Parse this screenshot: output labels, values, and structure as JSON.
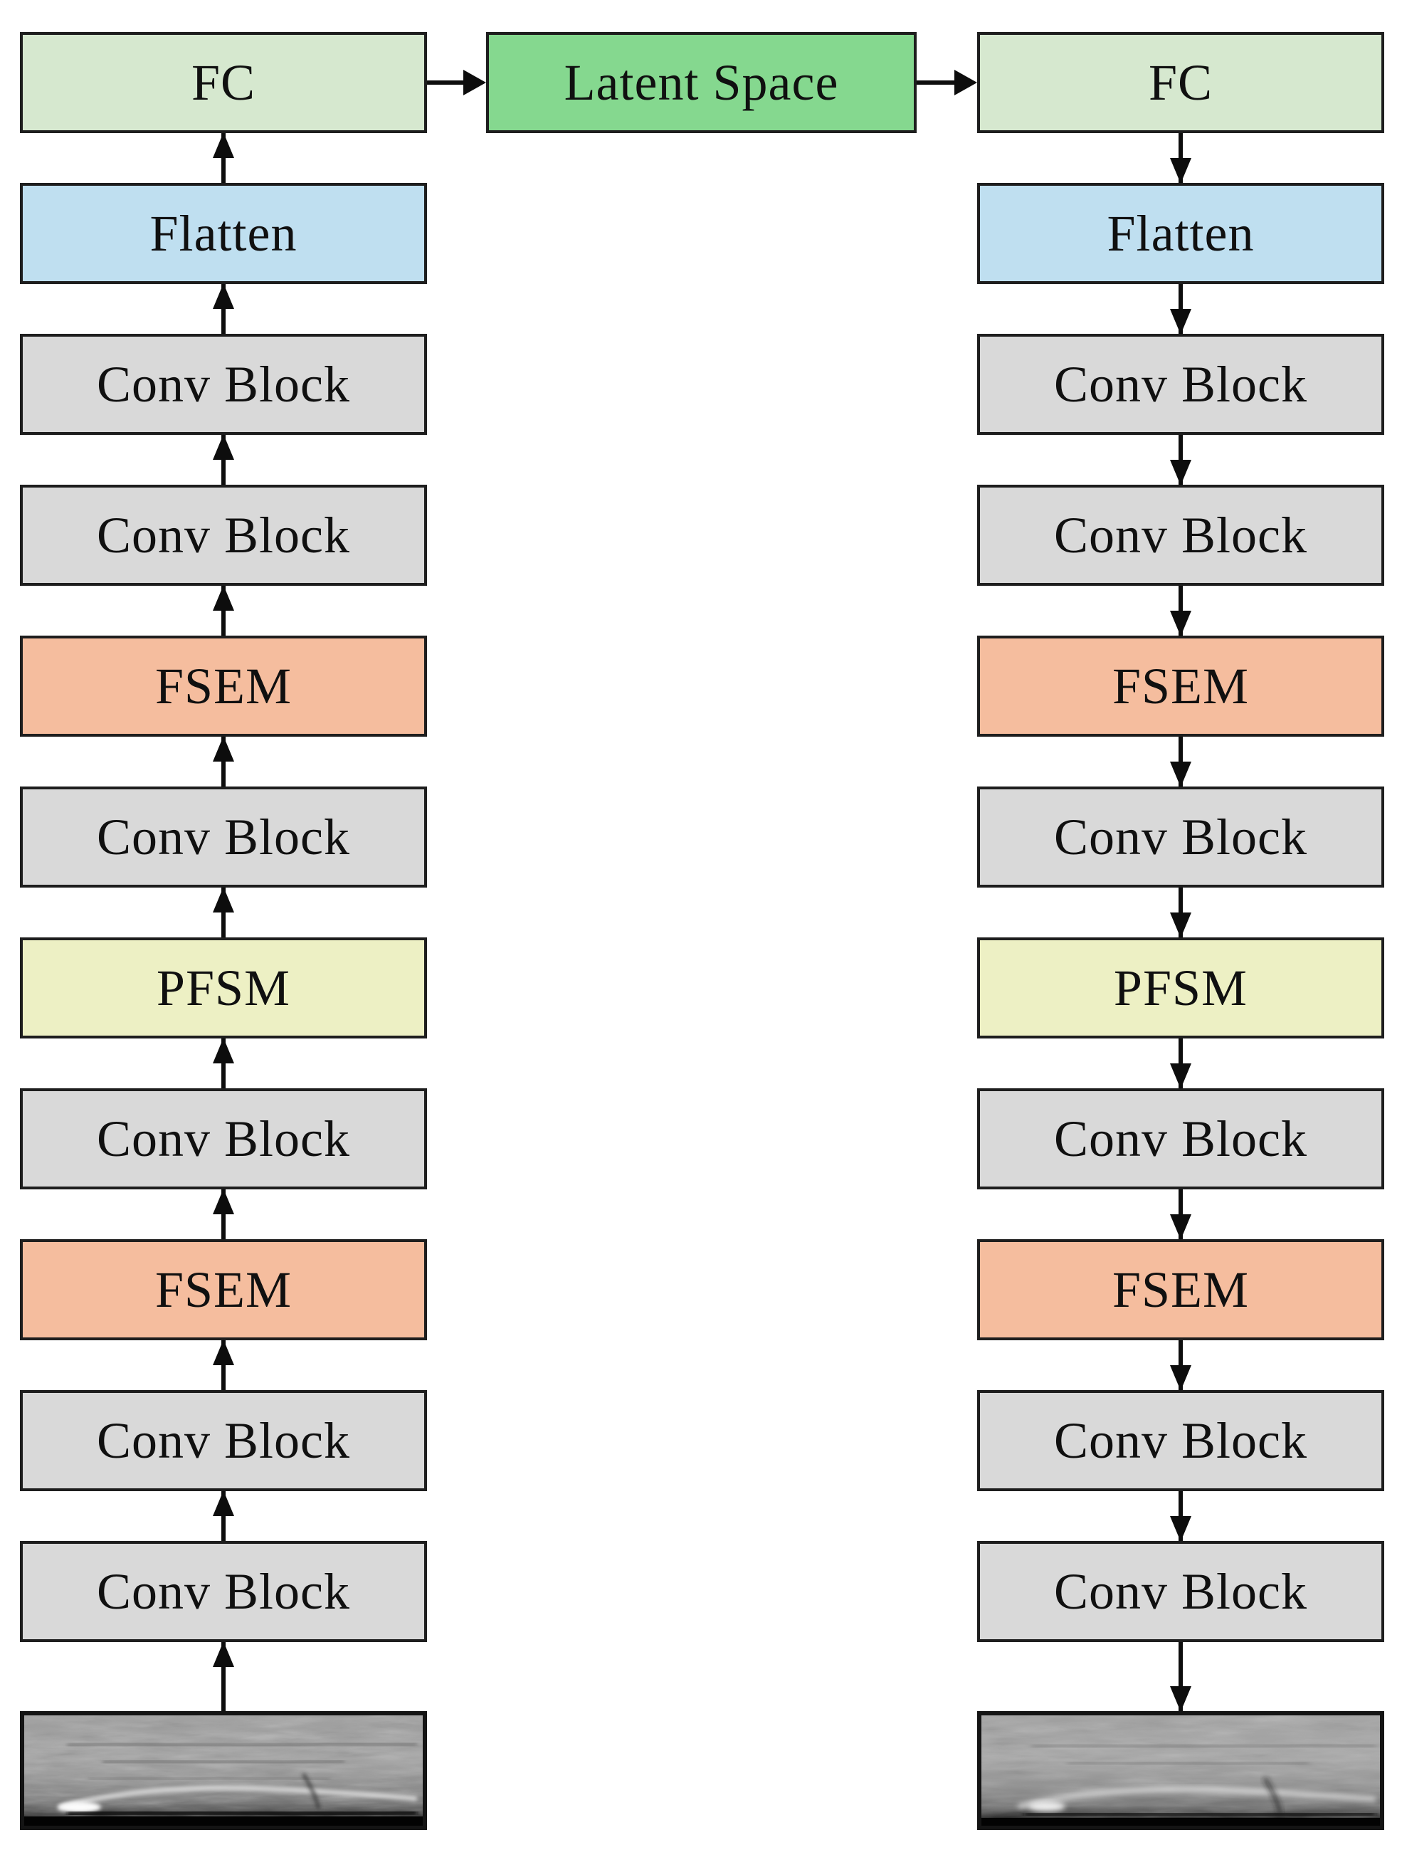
{
  "palette": {
    "fc_fill": "#D6E8CF",
    "latent_fill": "#85D88F",
    "flatten_fill": "#BFDFF0",
    "conv_fill": "#D9D9D9",
    "fsem_fill": "#F5BD9E",
    "pfsm_fill": "#EDF0C4",
    "border": "#1E1E1E",
    "arrow": "#0D0D0D"
  },
  "latent": {
    "label": "Latent Space"
  },
  "encoder": {
    "flow": "bottom-to-top",
    "items": [
      {
        "label": "FC",
        "type": "fc"
      },
      {
        "label": "Flatten",
        "type": "flatten"
      },
      {
        "label": "Conv Block",
        "type": "conv"
      },
      {
        "label": "Conv Block",
        "type": "conv"
      },
      {
        "label": "FSEM",
        "type": "fsem"
      },
      {
        "label": "Conv Block",
        "type": "conv"
      },
      {
        "label": "PFSM",
        "type": "pfsm"
      },
      {
        "label": "Conv Block",
        "type": "conv"
      },
      {
        "label": "FSEM",
        "type": "fsem"
      },
      {
        "label": "Conv Block",
        "type": "conv"
      },
      {
        "label": "Conv Block",
        "type": "conv"
      }
    ],
    "input_image": "input spectrogram"
  },
  "decoder": {
    "flow": "top-to-bottom",
    "items": [
      {
        "label": "FC",
        "type": "fc"
      },
      {
        "label": "Flatten",
        "type": "flatten"
      },
      {
        "label": "Conv Block",
        "type": "conv"
      },
      {
        "label": "Conv Block",
        "type": "conv"
      },
      {
        "label": "FSEM",
        "type": "fsem"
      },
      {
        "label": "Conv Block",
        "type": "conv"
      },
      {
        "label": "PFSM",
        "type": "pfsm"
      },
      {
        "label": "Conv Block",
        "type": "conv"
      },
      {
        "label": "FSEM",
        "type": "fsem"
      },
      {
        "label": "Conv Block",
        "type": "conv"
      },
      {
        "label": "Conv Block",
        "type": "conv"
      }
    ],
    "output_image": "reconstructed spectrogram"
  },
  "icons": {
    "flow_up": "arrow-up-icon",
    "flow_down": "arrow-down-icon",
    "flow_right": "arrow-right-icon"
  }
}
